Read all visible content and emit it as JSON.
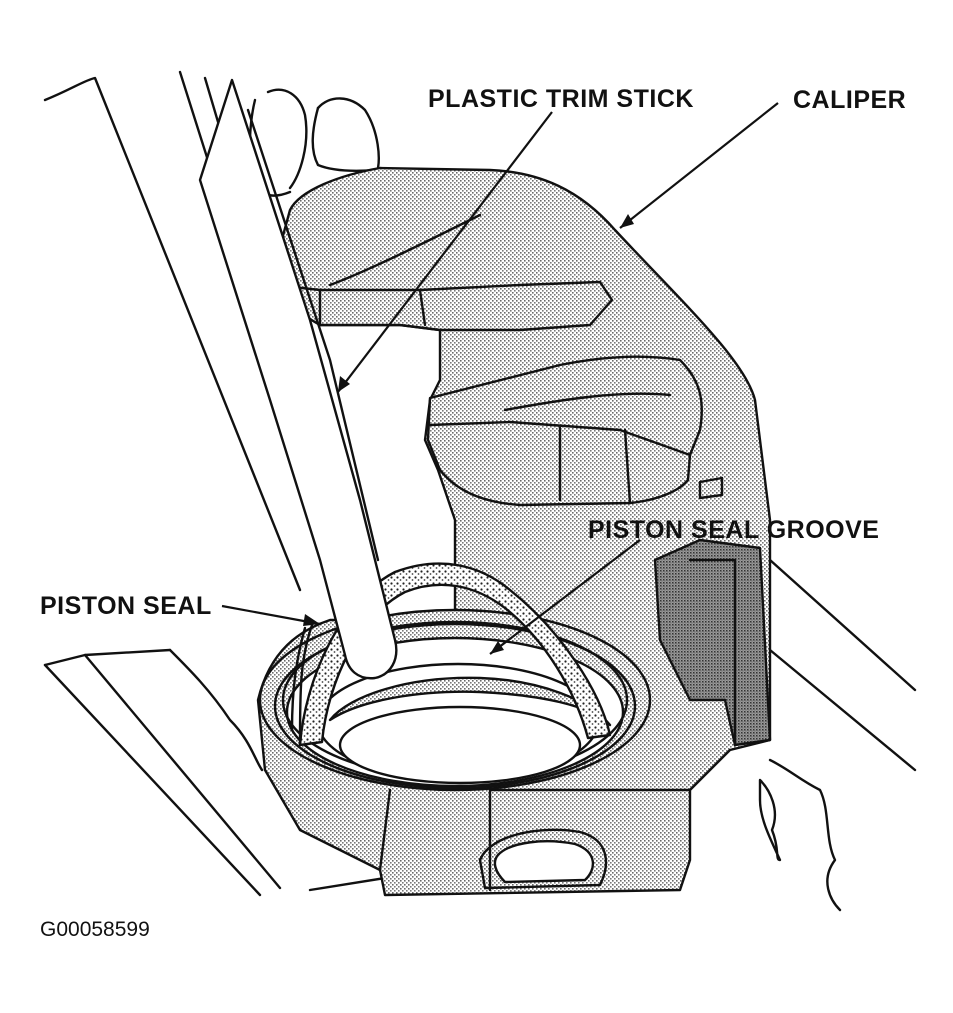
{
  "labels": {
    "plastic_trim_stick": "PLASTIC TRIM STICK",
    "caliper": "CALIPER",
    "piston_seal_groove": "PISTON SEAL GROOVE",
    "piston_seal": "PISTON SEAL"
  },
  "figure_id": "G00058599",
  "colors": {
    "ink": "#111111",
    "stipple_light": "#c8c8c8",
    "stipple_dark": "#8a8a8a",
    "paper": "#ffffff"
  }
}
